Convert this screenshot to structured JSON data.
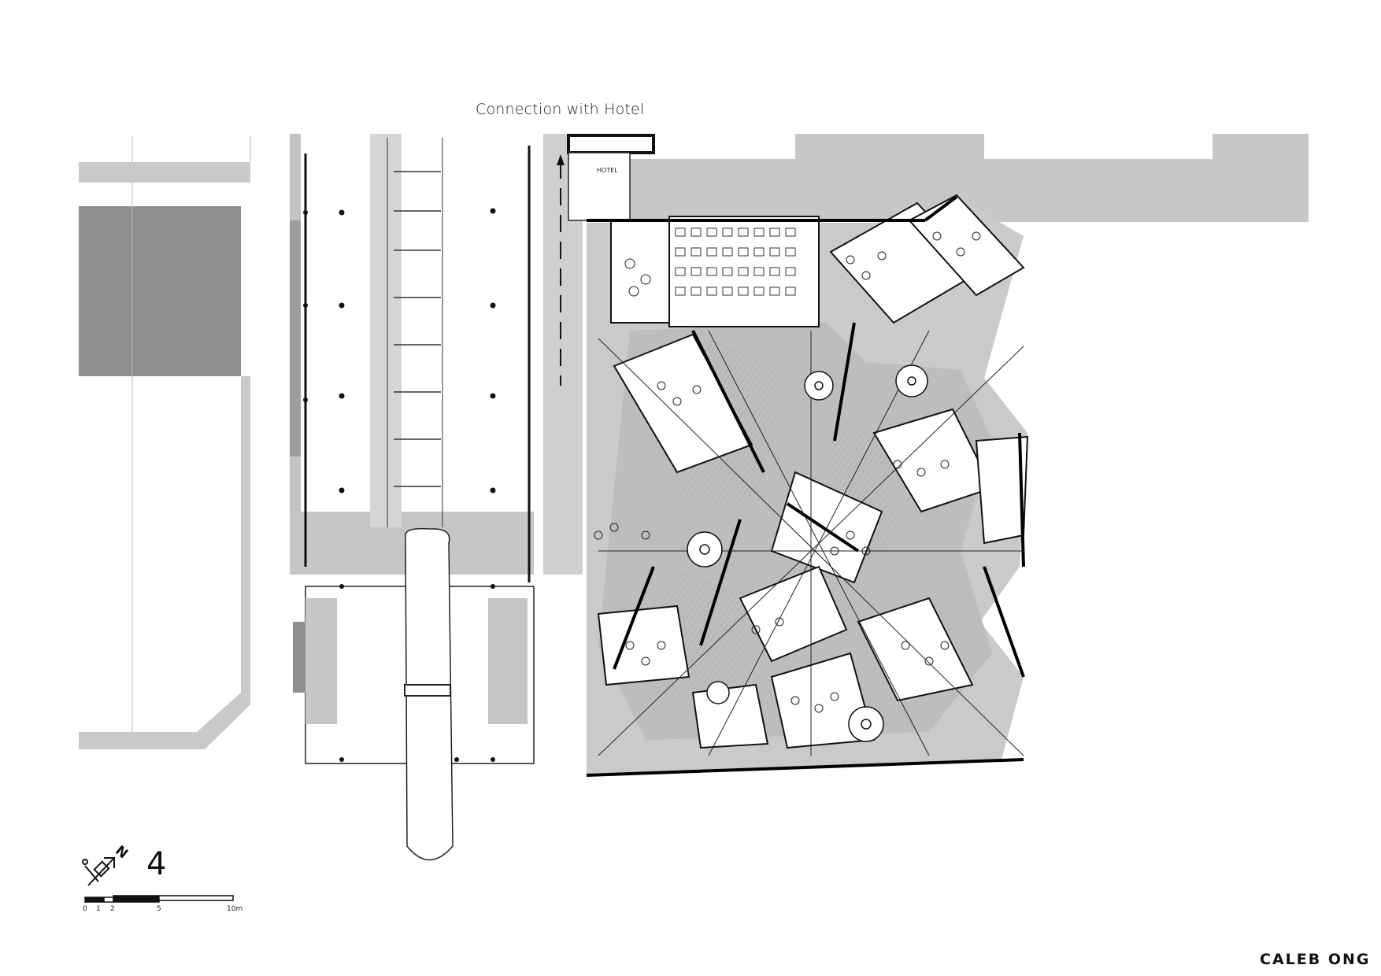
{
  "drawing": {
    "top_label": "Connection with Hotel",
    "hotel_sign": "HOTEL",
    "sheet_number": "4",
    "north_label": "N",
    "scale_bar": {
      "ticks": [
        "0",
        "1",
        "2",
        "5",
        "10m"
      ]
    },
    "author": "CALEB ONG",
    "colors": {
      "ink": "#111111",
      "shade_light": "#c8c8c8",
      "shade_dark": "#8f8f8f",
      "paper": "#ffffff"
    }
  }
}
